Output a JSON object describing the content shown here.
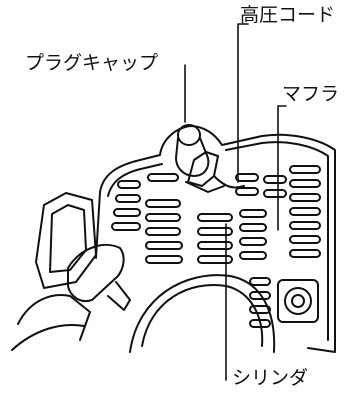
{
  "labels": {
    "plug_cap": "プラグキャップ",
    "high_tension_cord": "高圧コード",
    "muffler": "マフラ",
    "cylinder": "シリンダ"
  },
  "colors": {
    "line": "#111111",
    "background": "#ffffff"
  }
}
